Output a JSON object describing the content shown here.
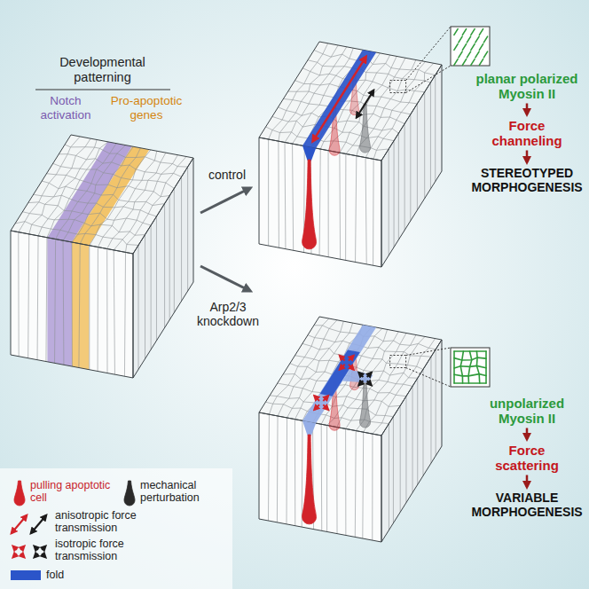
{
  "diagram": {
    "nodes": [
      {
        "text": [
          "planar polarized Myosin II"
        ]
      },
      {
        "text": [
          "Force channeling"
        ]
      },
      {
        "text": [
          "STEREOTYPED MORPHOGENESIS"
        ]
      },
      {
        "text": [
          "unpolarized Myosin II"
        ]
      },
      {
        "text": [
          "Force scattering"
        ]
      },
      {
        "text": [
          "VARIABLE MORPHOGENESIS"
        ]
      }
    ],
    "edges": [
      {
        "from": 0,
        "to": 1,
        "arrow": "to"
      },
      {
        "from": 1,
        "to": 2,
        "arrow": "to"
      },
      {
        "from": 3,
        "to": 4,
        "arrow": "to"
      },
      {
        "from": 4,
        "to": 5,
        "arrow": "to"
      }
    ],
    "labels": [
      "Developmental patterning",
      "Notch activation",
      "Pro-apoptotic genes",
      "control",
      "Arp2/3 knockdown"
    ],
    "legend": [
      {
        "text": "pulling apoptotic cell"
      },
      {
        "text": "mechanical perturbation"
      },
      {
        "text": "anisotropic force transmission"
      },
      {
        "text": "isotropic force transmission"
      },
      {
        "text": "fold",
        "color": "#2b55c9"
      }
    ]
  }
}
